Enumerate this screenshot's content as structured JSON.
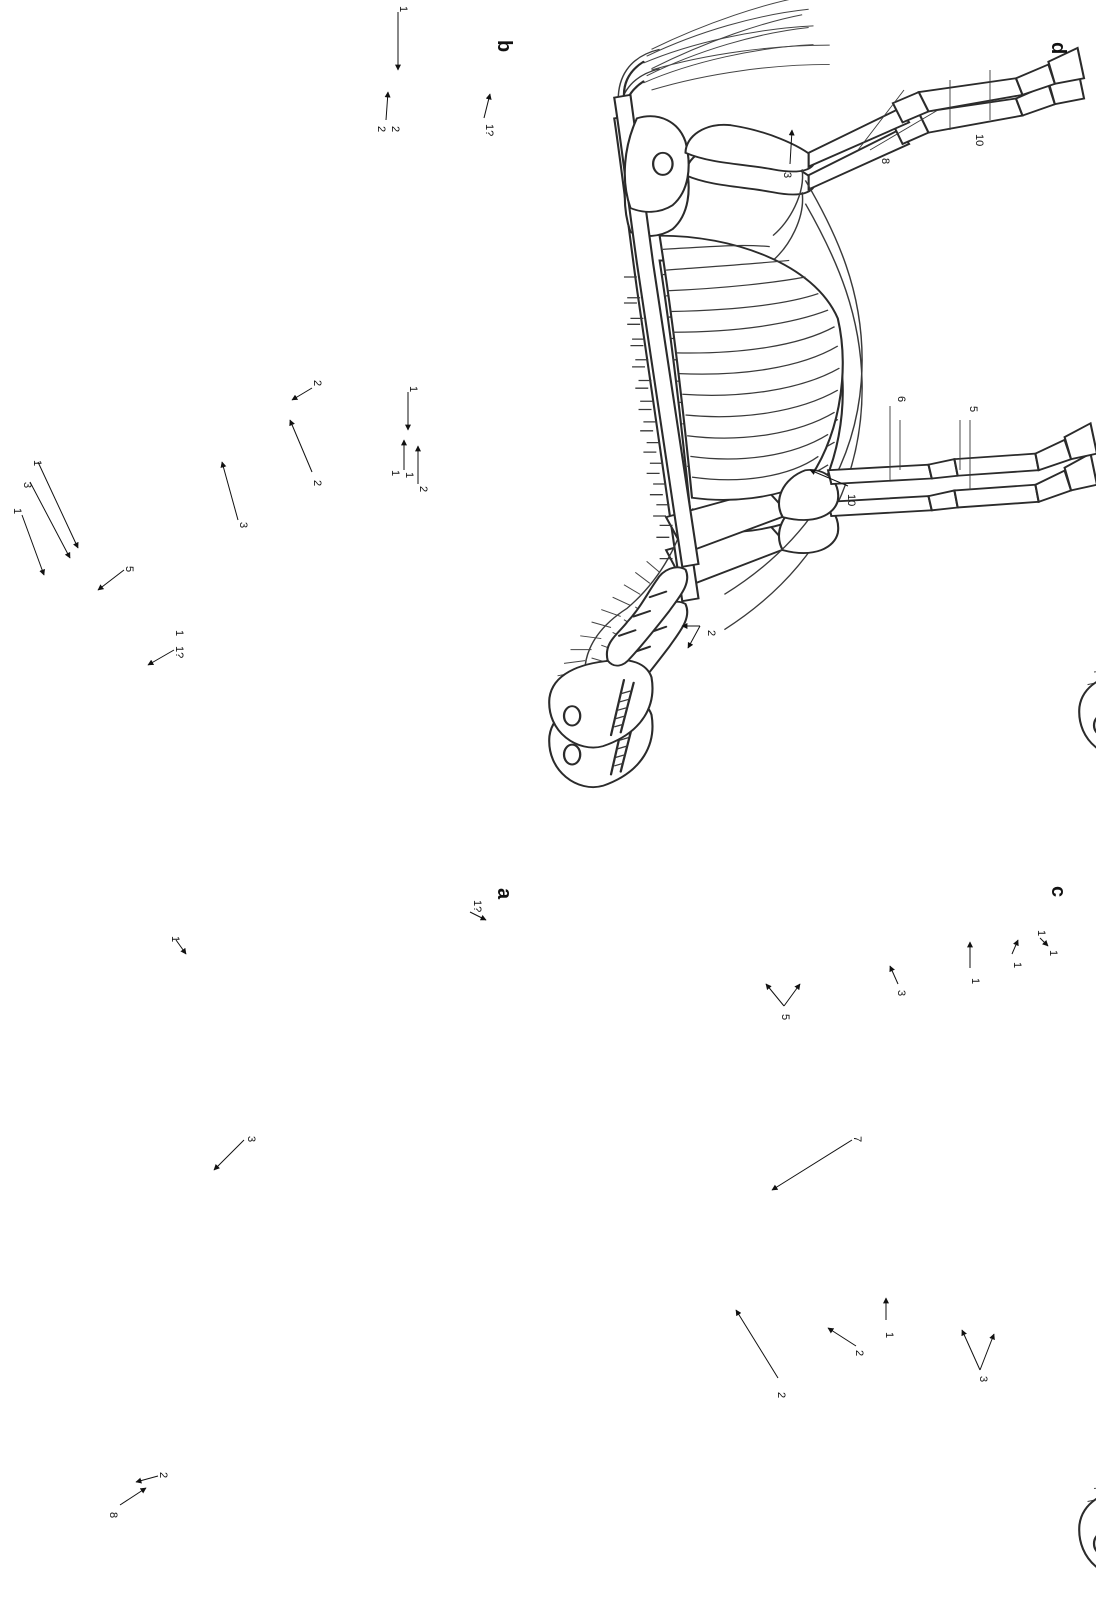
{
  "panels": [
    {
      "id": "a",
      "letter": "a",
      "labels": [
        "8",
        "2",
        "3",
        "1",
        "1?"
      ]
    },
    {
      "id": "b",
      "letter": "b",
      "labels": [
        "1",
        "3",
        "1",
        "5",
        "1?",
        "1",
        "3",
        "2",
        "2",
        "1",
        "1",
        "2",
        "1",
        "2",
        "2",
        "1?",
        "1"
      ]
    },
    {
      "id": "c",
      "letter": "c",
      "labels": [
        "2",
        "2",
        "1",
        "3",
        "7",
        "3",
        "5",
        "1",
        "1",
        "1",
        "1"
      ]
    },
    {
      "id": "d",
      "letter": "d",
      "labels": [
        "2",
        "10",
        "5",
        "6",
        "3",
        "8",
        "10"
      ]
    }
  ],
  "colors": {
    "ink": "#2b2b2b",
    "background": "#ffffff"
  }
}
